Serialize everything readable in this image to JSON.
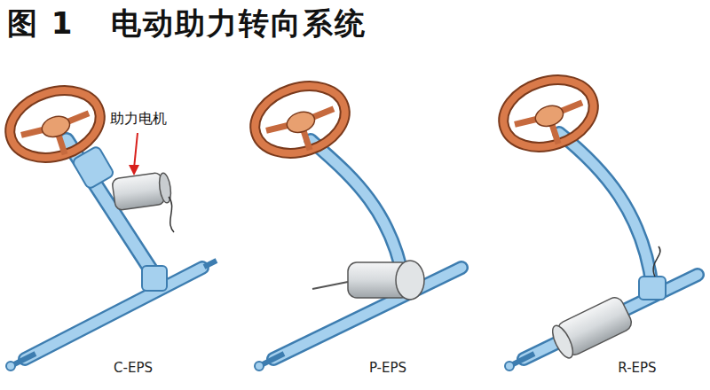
{
  "diagram": {
    "title": "图 1   电动助力转向系统",
    "labels": [
      "助力电机",
      "C-EPS",
      "P-EPS",
      "R-EPS"
    ]
  }
}
